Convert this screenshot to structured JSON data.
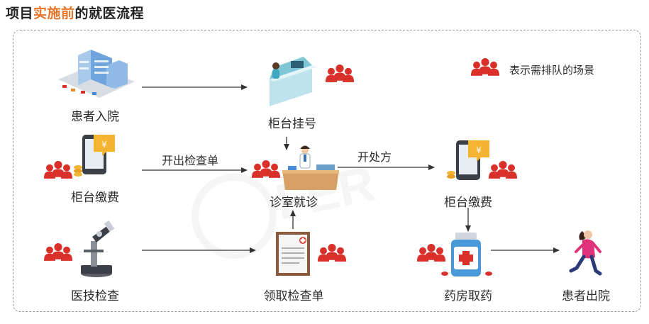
{
  "title": {
    "prefix": "项目",
    "highlight": "实施前",
    "suffix": "的就医流程"
  },
  "legend": {
    "text": "表示需排队的场景",
    "icon": "crowd-icon"
  },
  "nodes": {
    "admission": "患者入院",
    "registration": "柜台挂号",
    "payment_left": "柜台缴费",
    "consultation": "诊室就诊",
    "payment_right": "柜台缴费",
    "tech_exam": "医技检查",
    "collect_exam_form": "领取检查单",
    "pharmacy": "药房取药",
    "discharge": "患者出院"
  },
  "edges": {
    "exam_order": "开出检查单",
    "prescription": "开处方"
  },
  "colors": {
    "accent": "#e8752a",
    "queue": "#d9302a",
    "arrow": "#333333",
    "frame": "#9a9a9a"
  }
}
